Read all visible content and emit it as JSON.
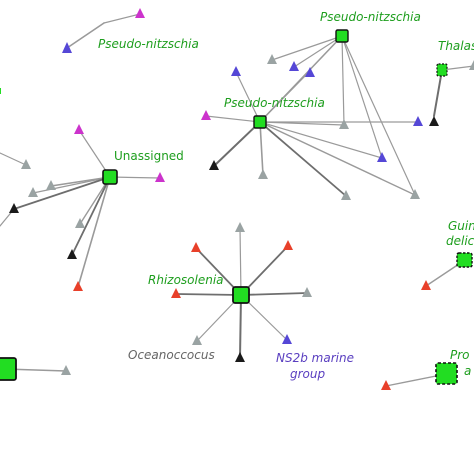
{
  "colors": {
    "hub_fill": "#22dd22",
    "hub_stroke": "#111111",
    "edge": "#9a9a9a",
    "edge_dark": "#6e6e6e",
    "grey": "#9aa3a3",
    "purple": "#5547d6",
    "magenta": "#cc33cc",
    "black": "#1a1a1a",
    "red": "#e8402a",
    "label_green": "#1e9e1e",
    "label_grey": "#666666",
    "label_purple": "#5a3fc0"
  },
  "hubs": [
    {
      "id": "h1",
      "dashed": false
    },
    {
      "id": "h2",
      "dashed": false
    },
    {
      "id": "h3",
      "dashed": false
    },
    {
      "id": "h4",
      "dashed": false
    },
    {
      "id": "h5",
      "dashed": false
    },
    {
      "id": "h6",
      "dashed": false
    },
    {
      "id": "h7",
      "dashed": true
    },
    {
      "id": "h8",
      "dashed": true
    }
  ],
  "labels": {
    "pn_top_left": "Pseudo-nitzschia",
    "pn_top_right": "Pseudo-nitzschia",
    "pn_center": "Pseudo-nitzschia",
    "thala": "Thalas",
    "unassigned": "Unassigned",
    "guin": "Guin",
    "delic": "delic",
    "rhizosolenia": "Rhizosolenia",
    "oceanococcus": "Oceanoccocus",
    "ns2b_line1": "NS2b marine",
    "ns2b_line2": "group",
    "pro": "Pro",
    "pro_a": "a"
  }
}
